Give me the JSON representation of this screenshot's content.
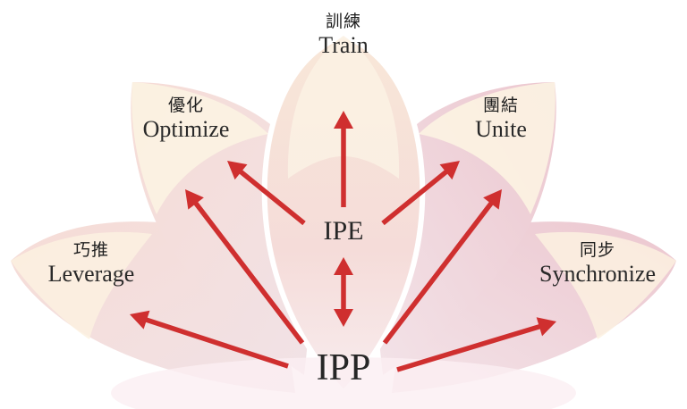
{
  "diagram": {
    "center_top": "IPE",
    "center_bottom": "IPP",
    "petals": [
      {
        "id": "leverage",
        "zh": "巧推",
        "en": "Leverage"
      },
      {
        "id": "optimize",
        "zh": "優化",
        "en": "Optimize"
      },
      {
        "id": "train",
        "zh": "訓練",
        "en": "Train"
      },
      {
        "id": "unite",
        "zh": "團結",
        "en": "Unite"
      },
      {
        "id": "synchronize",
        "zh": "同步",
        "en": "Synchronize"
      }
    ]
  },
  "colors": {
    "arrow": "#cf2f2f",
    "petal_cream": "#fbf0dc",
    "petal_pink": "#f3d7d6",
    "petal_rose": "#ecc3c6",
    "petal_mauve": "#e6c6d1"
  }
}
